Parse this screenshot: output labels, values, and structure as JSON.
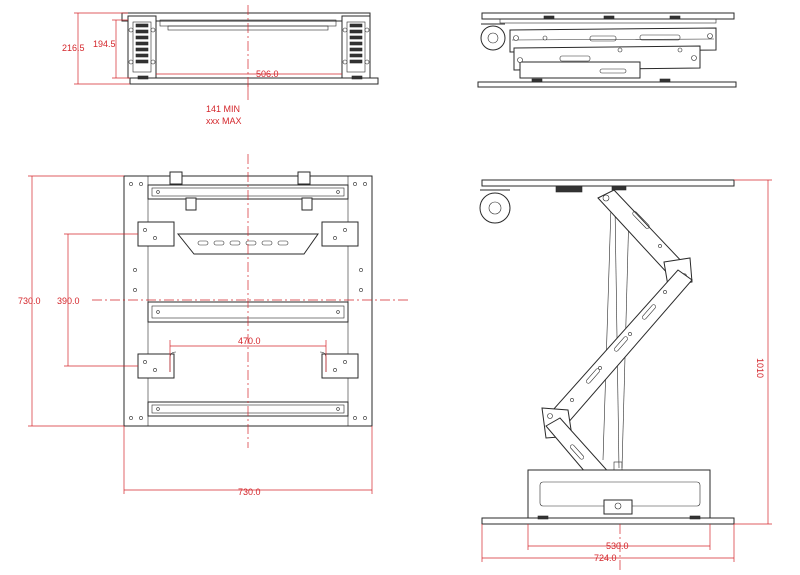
{
  "drawing": {
    "colors": {
      "line": "#2a2a2a",
      "dimension": "#d4262b",
      "background": "#ffffff"
    },
    "front_view": {
      "height_outer": "216.5",
      "height_inner": "194.5",
      "width_rail": "506.0",
      "stroke_min": "141 MIN",
      "stroke_max": "xxx MAX"
    },
    "top_view": {
      "overall_height": "730.0",
      "mount_spacing_v": "390.0",
      "mount_spacing_h": "470.0",
      "overall_width": "730.0"
    },
    "side_view_extended": {
      "extended_height": "1010",
      "base_width": "530.0",
      "plate_width": "724.0"
    }
  }
}
